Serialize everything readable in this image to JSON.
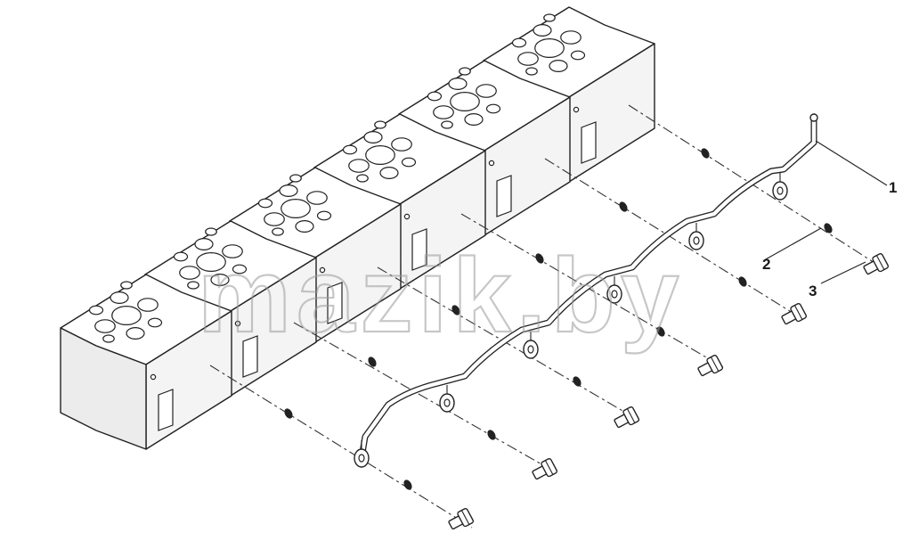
{
  "figure": {
    "watermark": "mazik.by",
    "callouts": [
      {
        "label": "1",
        "part": "fuel-pipe"
      },
      {
        "label": "2",
        "part": "washer"
      },
      {
        "label": "3",
        "part": "banjo-bolt"
      }
    ]
  },
  "colors": {
    "line": "#222222",
    "fill": "#ffffff",
    "watermark": "#9a9a9a"
  }
}
